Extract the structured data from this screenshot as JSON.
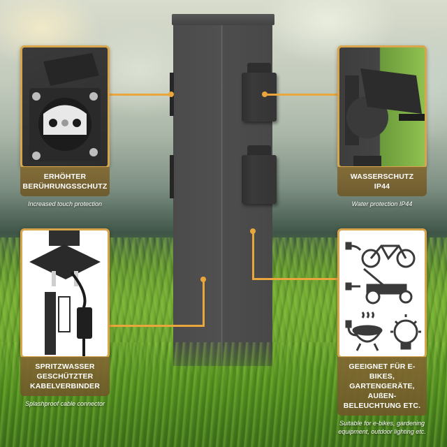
{
  "colors": {
    "accent": "#e9a63c",
    "frame_border": "#d9a54a",
    "label_bg": "#7e6632",
    "post": "#4d4d4d"
  },
  "panels": {
    "top_left": {
      "title": "ERHÖHTER BERÜHRUNGSSCHUTZ",
      "title_lines": [
        "ERHÖHTER",
        "BERÜHRUNGSSCHUTZ"
      ],
      "caption": "Increased touch protection",
      "image": "socket-closeup-with-open-lid"
    },
    "top_right": {
      "title": "WASSERSCHUTZ IP44",
      "title_lines": [
        "WASSERSCHUTZ",
        "IP44"
      ],
      "caption": "Water protection IP44",
      "image": "wet-socket-lid"
    },
    "bottom_left": {
      "title": "SPRITZWASSER GESCHÜTZTER KABELVERBINDER",
      "title_lines": [
        "SPRITZWASSER",
        "GESCHÜTZTER",
        "KABELVERBINDER"
      ],
      "caption": "Splashproof cable connector",
      "image": "exploded-cable-connector-diagram"
    },
    "bottom_right": {
      "title": "GEEIGNET FÜR E-BIKES, GARTENGERÄTE, AUßEN-BELEUCHTUNG ETC.",
      "title_lines": [
        "GEEIGNET FÜR E-BIKES,",
        "GARTENGERÄTE, AUßEN-",
        "BELEUCHTUNG ETC."
      ],
      "caption_lines": [
        "Suitable for e-bikes, gardening",
        "equipment, outdoor lighting etc."
      ],
      "icons": [
        "e-bike-plug-icon",
        "lawnmower-plug-icon",
        "grill-plug-icon",
        "light-bulb-icon"
      ]
    }
  }
}
